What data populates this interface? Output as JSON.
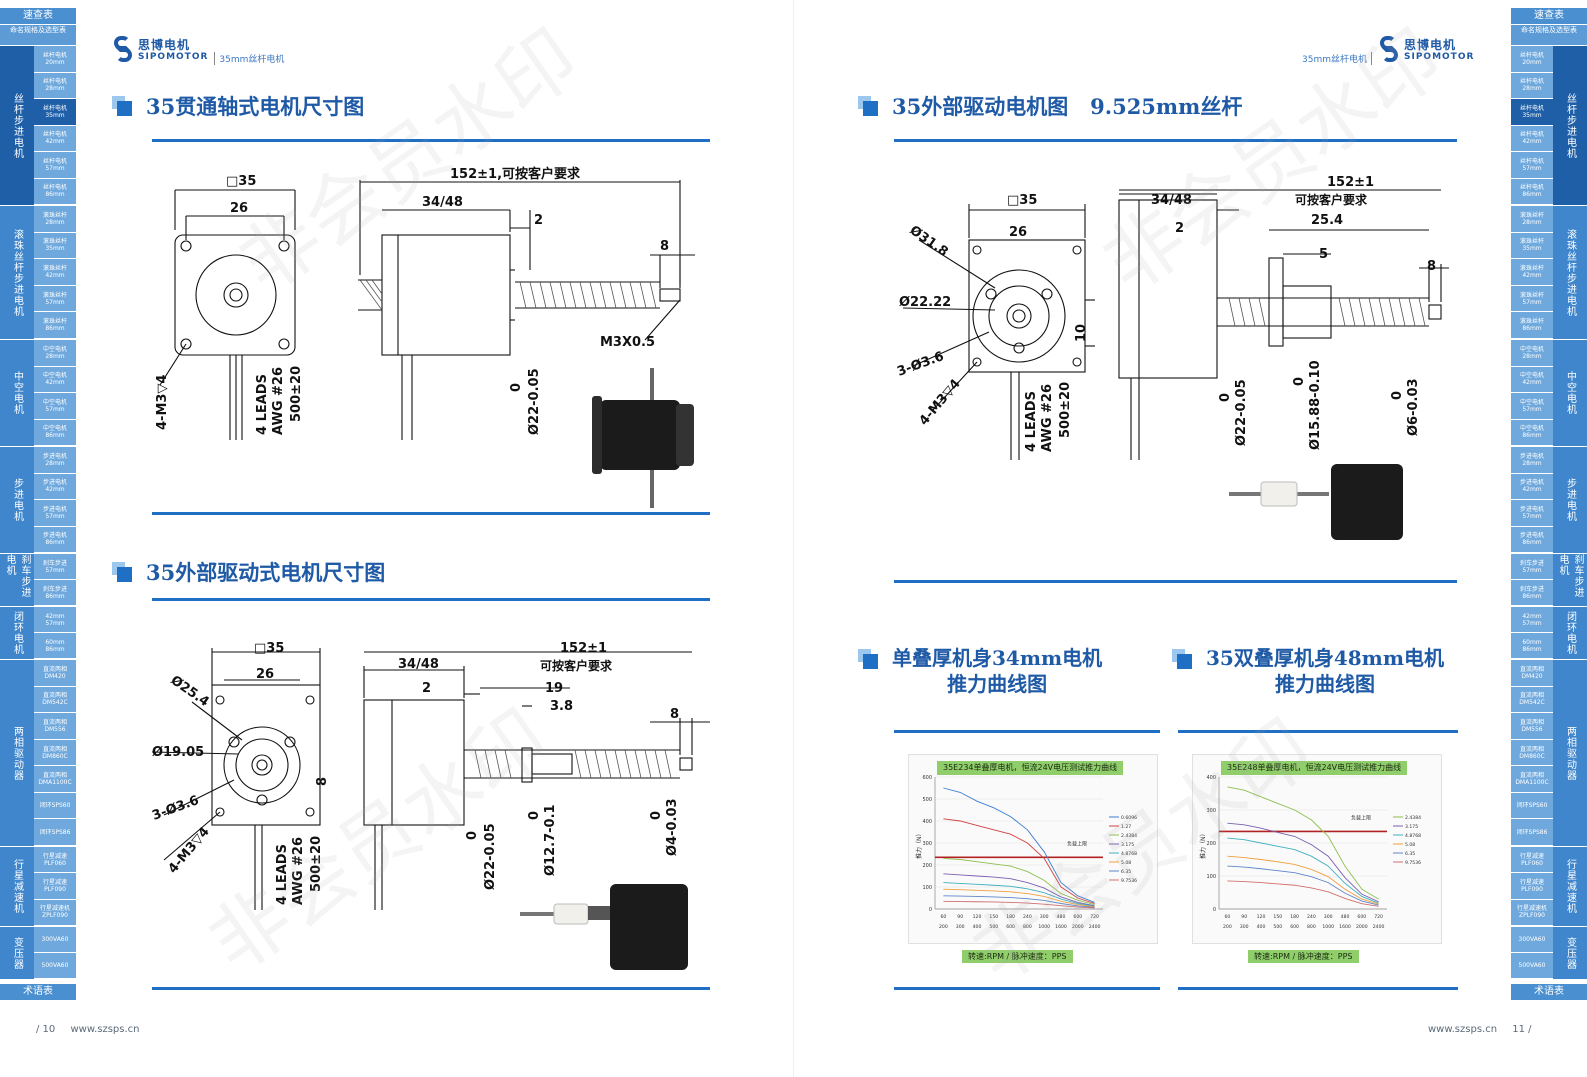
{
  "sidebar": {
    "top": "速查表",
    "naming": "命名规格及选型表",
    "bottom": "术语表",
    "groups": [
      {
        "label": "丝杆步进电机",
        "subs": [
          "丝杆电机20mm",
          "丝杆电机28mm",
          "丝杆电机35mm",
          "丝杆电机42mm",
          "丝杆电机57mm",
          "丝杆电机86mm"
        ]
      },
      {
        "label": "滚珠丝杆步进电机",
        "subs": [
          "滚珠丝杆28mm",
          "滚珠丝杆35mm",
          "滚珠丝杆42mm",
          "滚珠丝杆57mm",
          "滚珠丝杆86mm"
        ]
      },
      {
        "label": "中空电机",
        "subs": [
          "中空电机28mm",
          "中空电机42mm",
          "中空电机57mm",
          "中空电机86mm"
        ]
      },
      {
        "label": "步进电机",
        "subs": [
          "步进电机28mm",
          "步进电机42mm",
          "步进电机57mm",
          "步进电机86mm"
        ]
      },
      {
        "label": "刹车步进电机",
        "subs": [
          "刹车步进57mm",
          "刹车步进86mm"
        ]
      },
      {
        "label": "闭环电机",
        "subs": [
          "42mm 57mm",
          "60mm 86mm"
        ]
      },
      {
        "label": "两相驱动器",
        "subs": [
          "直流两相DM420",
          "直流两相DM542C",
          "直流两相DM556",
          "直流两相DM860C",
          "直流两相DMA1100C",
          "闭环SPS60",
          "闭环SPS86"
        ]
      },
      {
        "label": "行星减速机",
        "subs": [
          "行星减速PLF060",
          "行星减速PLF090",
          "行星减速机ZPLF090"
        ]
      },
      {
        "label": "变压器",
        "subs": [
          "300VA60",
          "500VA60"
        ]
      }
    ]
  },
  "header_left": {
    "brand_cn": "思博电机",
    "brand_en": "SIPOMOTOR",
    "subtitle": "35mm丝杆电机"
  },
  "header_right": {
    "brand_cn": "思博电机",
    "brand_en": "SIPOMOTOR",
    "subtitle": "35mm丝杆电机"
  },
  "sections": {
    "s1": "35贯通轴式电机尺寸图",
    "s2": "35外部驱动式电机尺寸图",
    "s3": "35外部驱动电机图   9.525mm丝杆",
    "s4": {
      "line1": "单叠厚机身34mm电机",
      "line2": "推力曲线图"
    },
    "s5": {
      "line1": "35双叠厚机身48mm电机",
      "line2": "推力曲线图"
    }
  },
  "drawing1": {
    "sq": "□35",
    "w26": "26",
    "len": "152±1,可按客户要求",
    "body": "34/48",
    "d2": "2",
    "d8": "8",
    "thread": "M3X0.5",
    "holes": "4-M3▽4",
    "leads": "4 LEADS",
    "awg": "AWG #26",
    "wire": "500±20",
    "shaft_tol": "0",
    "shaft": "Ø22-0.05"
  },
  "drawing2": {
    "sq": "□35",
    "w26": "26",
    "len1": "152±1",
    "len2": "可按客户要求",
    "body": "34/48",
    "d2": "2",
    "d19": "19",
    "d38": "3.8",
    "d8": "8",
    "d8v": "8",
    "c254": "Ø25.4",
    "c1905": "Ø19.05",
    "c36": "3-Ø3.6",
    "holes": "4-M3▽4",
    "leads": "4 LEADS",
    "awg": "AWG #26",
    "wire": "500±20",
    "tol": "0",
    "shaft": "Ø22-0.05",
    "nut": "Ø12.7-0.1",
    "screw": "Ø4-0.03"
  },
  "drawing3": {
    "sq": "□35",
    "w26": "26",
    "len1": "152±1",
    "len2": "可按客户要求",
    "body": "34/48",
    "d2": "2",
    "d254": "25.4",
    "d5": "5",
    "d8": "8",
    "d10": "10",
    "c318": "Ø31.8",
    "c2222": "Ø22.22",
    "c36": "3-Ø3.6",
    "holes": "4-M3▽4",
    "leads": "4 LEADS",
    "awg": "AWG #26",
    "wire": "500±20",
    "tol": "0",
    "shaft": "Ø22-0.05",
    "nut": "Ø15.88-0.10",
    "screw": "Ø6-0.03"
  },
  "chart_data": [
    {
      "type": "line",
      "title": "35E234单叠厚电机，恒流24V电压测试推力曲线",
      "xlabel": "转速:RPM / 脉冲速度：PPS",
      "ylabel": "推力（N）",
      "ylim": [
        0,
        600
      ],
      "rpm": [
        "60",
        "90",
        "120",
        "150",
        "180",
        "240",
        "300",
        "480",
        "600",
        "720"
      ],
      "pps": [
        "200",
        "300",
        "400",
        "500",
        "600",
        "800",
        "1000",
        "1600",
        "2000",
        "2400"
      ],
      "annotation": "负载上限",
      "limit": 235,
      "series": [
        {
          "name": "0.6096",
          "color": "#3f7fd0",
          "values": [
            550,
            530,
            490,
            460,
            420,
            360,
            260,
            120,
            60,
            30
          ]
        },
        {
          "name": "1.27",
          "color": "#d04040",
          "values": [
            410,
            400,
            380,
            360,
            340,
            300,
            230,
            100,
            50,
            25
          ]
        },
        {
          "name": "2.4384",
          "color": "#8fbf4f",
          "values": [
            230,
            225,
            215,
            205,
            195,
            170,
            130,
            70,
            40,
            20
          ]
        },
        {
          "name": "3.175",
          "color": "#7a5fb0",
          "values": [
            160,
            155,
            150,
            145,
            138,
            120,
            95,
            55,
            30,
            15
          ]
        },
        {
          "name": "4.8768",
          "color": "#3fb0c0",
          "values": [
            120,
            116,
            112,
            108,
            103,
            92,
            74,
            45,
            25,
            12
          ]
        },
        {
          "name": "5.08",
          "color": "#f0a040",
          "values": [
            90,
            88,
            85,
            82,
            78,
            70,
            57,
            35,
            20,
            10
          ]
        },
        {
          "name": "6.35",
          "color": "#5f86c8",
          "values": [
            60,
            59,
            57,
            55,
            52,
            47,
            39,
            25,
            14,
            7
          ]
        },
        {
          "name": "9.7536",
          "color": "#d07070",
          "values": [
            35,
            34,
            33,
            32,
            30,
            27,
            22,
            15,
            9,
            5
          ]
        }
      ]
    },
    {
      "type": "line",
      "title": "35E248单叠厚电机，恒流24V电压测试推力曲线",
      "xlabel": "转速:RPM / 脉冲速度：PPS",
      "ylabel": "推力（N）",
      "ylim": [
        0,
        400
      ],
      "rpm": [
        "60",
        "90",
        "120",
        "150",
        "180",
        "240",
        "300",
        "480",
        "600",
        "720"
      ],
      "pps": [
        "200",
        "300",
        "400",
        "500",
        "600",
        "800",
        "1000",
        "1600",
        "2000",
        "2400"
      ],
      "annotation": "负载上限",
      "limit": 235,
      "series": [
        {
          "name": "2.4384",
          "color": "#8fbf4f",
          "values": [
            370,
            360,
            340,
            320,
            300,
            270,
            220,
            130,
            60,
            30
          ]
        },
        {
          "name": "3.175",
          "color": "#7a5fb0",
          "values": [
            260,
            255,
            245,
            232,
            220,
            195,
            160,
            95,
            45,
            22
          ]
        },
        {
          "name": "4.8768",
          "color": "#3fb0c0",
          "values": [
            215,
            210,
            200,
            190,
            180,
            160,
            130,
            78,
            38,
            18
          ]
        },
        {
          "name": "5.08",
          "color": "#f0a040",
          "values": [
            160,
            156,
            150,
            143,
            135,
            120,
            98,
            60,
            30,
            15
          ]
        },
        {
          "name": "6.35",
          "color": "#5f86c8",
          "values": [
            130,
            127,
            122,
            116,
            110,
            98,
            80,
            48,
            24,
            12
          ]
        },
        {
          "name": "9.7536",
          "color": "#d07070",
          "values": [
            85,
            83,
            80,
            76,
            72,
            64,
            52,
            32,
            16,
            8
          ]
        }
      ]
    }
  ],
  "footer_left": {
    "page": "/ 10",
    "url": "www.szsps.cn"
  },
  "footer_right": {
    "url": "www.szsps.cn",
    "page": "11 /"
  },
  "watermark": "非会员水印",
  "colors": {
    "accent": "#1f6fc4",
    "tab": "#3f86cc",
    "tab_active": "#1e5fa8"
  }
}
